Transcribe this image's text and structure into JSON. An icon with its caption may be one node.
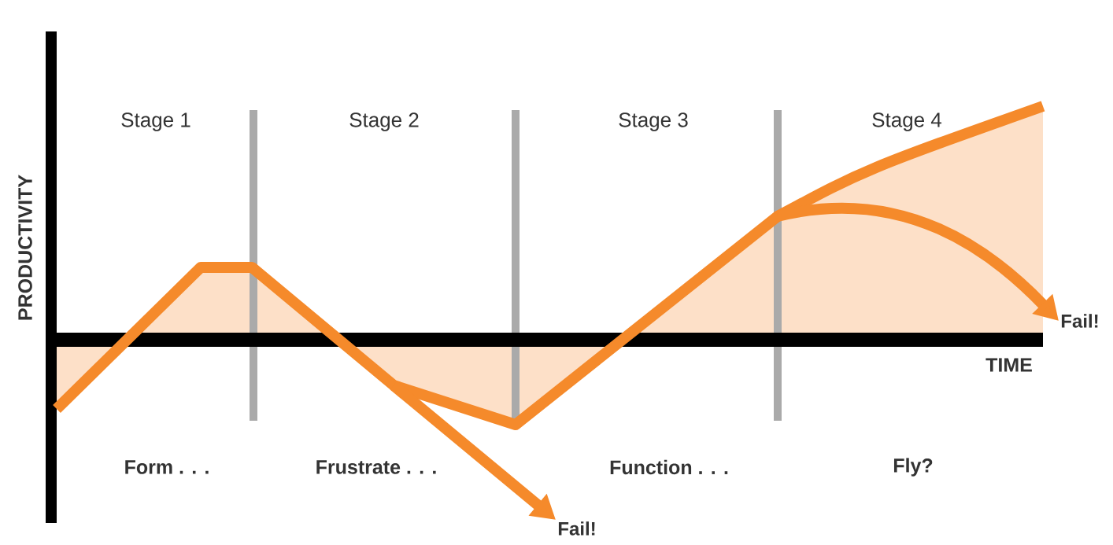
{
  "diagram": {
    "nodes": [
      {
        "text": [
          "Fail!"
        ]
      },
      {
        "text": [
          "Fail!"
        ]
      }
    ],
    "edges": [
      {
        "from": null,
        "to": 0,
        "arrow": "to"
      },
      {
        "from": null,
        "to": 1,
        "arrow": "to"
      }
    ],
    "labels": [
      "Stage 1",
      "Stage 2",
      "Stage 3",
      "Stage 4",
      "PRODUCTIVITY",
      "TIME",
      "Form . . .",
      "Frustrate . . .",
      "Function . . .",
      "Fly?"
    ]
  }
}
